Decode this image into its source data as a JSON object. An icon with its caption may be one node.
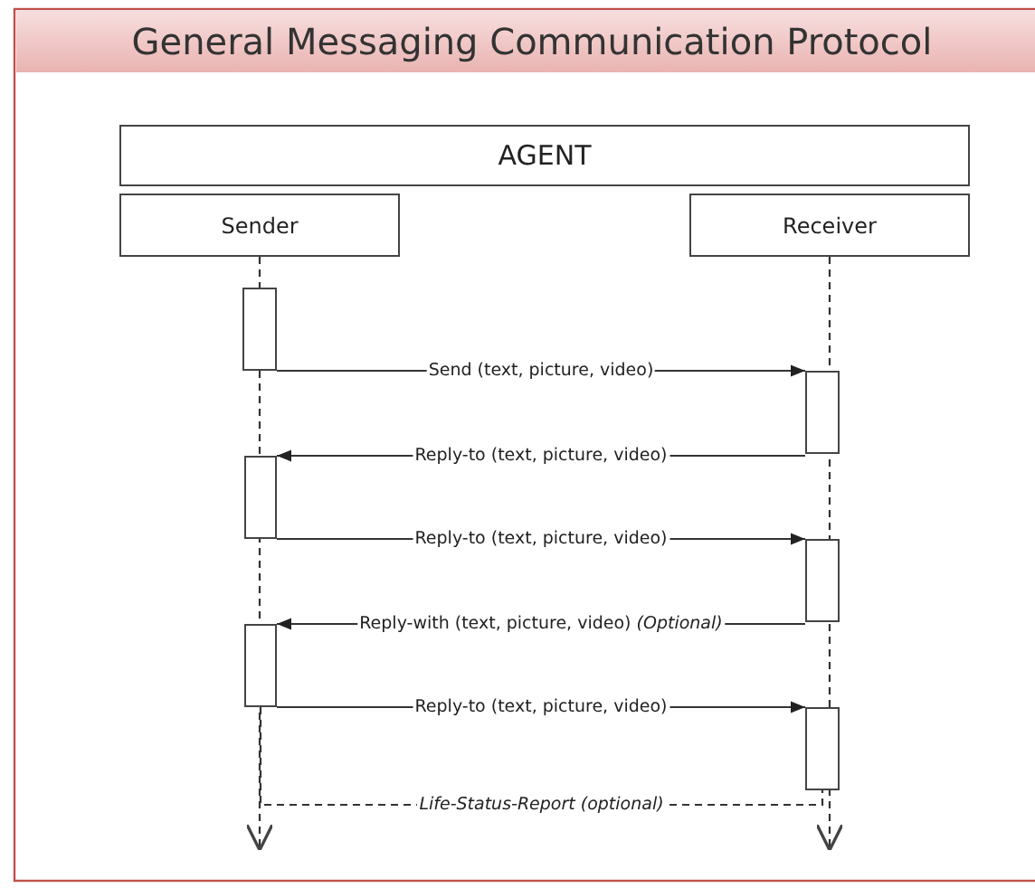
{
  "diagram": {
    "title": "General Messaging Communication Protocol",
    "nodes": [
      {
        "text": [
          "AGENT"
        ]
      },
      {
        "text": [
          "Sender"
        ]
      },
      {
        "text": [
          "Receiver"
        ]
      },
      {
        "text": [],
        "shape": "bar"
      },
      {
        "text": [],
        "shape": "bar"
      },
      {
        "text": [],
        "shape": "bar"
      },
      {
        "text": [],
        "shape": "bar"
      },
      {
        "text": [],
        "shape": "bar"
      },
      {
        "text": [],
        "shape": "bar"
      }
    ],
    "edges": [
      {
        "from": 3,
        "to": 4,
        "arrow": "to",
        "label": "Send (text, picture, video)"
      },
      {
        "from": 4,
        "to": 5,
        "arrow": "to",
        "label": "Reply-to (text, picture, video)"
      },
      {
        "from": 5,
        "to": 6,
        "arrow": "to",
        "label": "Reply-to (text, picture, video)"
      },
      {
        "from": 6,
        "to": 7,
        "arrow": "to",
        "label": "Reply-with (text, picture, video) *(Optional)*"
      },
      {
        "from": 7,
        "to": 8,
        "arrow": "to",
        "label": "Reply-to (text, picture, video)"
      },
      {
        "from": 7,
        "to": 8,
        "arrow": "none",
        "label": "Life-Status-Report (optional)",
        "style": "dashed"
      },
      {
        "from": 1,
        "to": null,
        "arrow": "to",
        "style": "dashed"
      },
      {
        "from": 2,
        "to": null,
        "arrow": "to",
        "style": "dashed"
      }
    ]
  }
}
